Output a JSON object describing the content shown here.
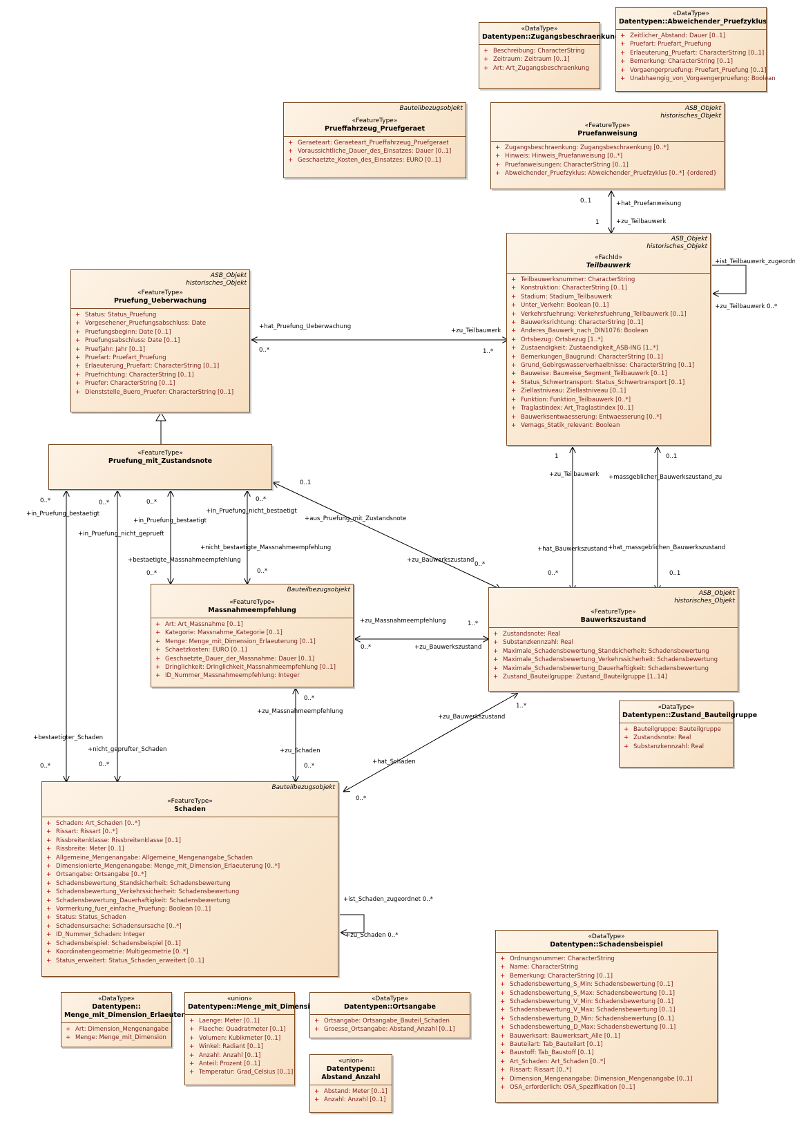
{
  "classes": {
    "zugang": {
      "stereotype": "«DataType»",
      "name": "Datentypen::Zugangsbeschraenkung",
      "attributes": [
        "Beschreibung: CharacterString",
        "Zeitraum: Zeitraum [0..1]",
        "Art: Art_Zugangsbeschraenkung"
      ]
    },
    "abw": {
      "stereotype": "«DataType»",
      "name": "Datentypen::Abweichender_Pruefzyklus",
      "attributes": [
        "Zeitlicher_Abstand: Dauer [0..1]",
        "Pruefart: Pruefart_Pruefung",
        "Erlaeuterung_Pruefart: CharacterString [0..1]",
        "Bemerkung: CharacterString [0..1]",
        "Vorgaengerpruefung: Pruefart_Pruefung [0..1]",
        "Unabhaengig_von_Vorgaengerpruefung: Boolean"
      ]
    },
    "pfz": {
      "annotations": [
        "Bauteilbezugsobjekt"
      ],
      "stereotype": "«FeatureType»",
      "name": "Prueffahrzeug_Pruefgeraet",
      "attributes": [
        "Geraeteart: Geraeteart_Prueffahrzeug_Pruefgeraet",
        "Voraussichtliche_Dauer_des_Einsatzes: Dauer [0..1]",
        "Geschaetzte_Kosten_des_Einsatzes: EURO [0..1]"
      ]
    },
    "pa": {
      "annotations": [
        "ASB_Objekt",
        "historisches_Objekt"
      ],
      "stereotype": "«FeatureType»",
      "name": "Pruefanweisung",
      "attributes": [
        "Zugangsbeschraenkung: Zugangsbeschraenkung [0..*]",
        "Hinweis: Hinweis_Pruefanweisung [0..*]",
        "Pruefanweisungen: CharacterString [0..1]",
        "Abweichender_Pruefzyklus: Abweichender_Pruefzyklus [0..*] {ordered}"
      ]
    },
    "tb": {
      "annotations": [
        "ASB_Objekt",
        "historisches_Objekt"
      ],
      "stereotype": "«FachId»",
      "name": "Teilbauwerk",
      "attributes": [
        "Teilbauwerksnummer: CharacterString",
        "Konstruktion: CharacterString [0..1]",
        "Stadium: Stadium_Teilbauwerk",
        "Unter_Verkehr: Boolean [0..1]",
        "Verkehrsfuehrung: Verkehrsfuehrung_Teilbauwerk [0..1]",
        "Bauwerksrichtung: CharacterString [0..1]",
        "Anderes_Bauwerk_nach_DIN1076: Boolean",
        "Ortsbezug: Ortsbezug [1..*]",
        "Zustaendigkeit: Zustaendigkeit_ASB-ING [1..*]",
        "Bemerkungen_Baugrund: CharacterString [0..1]",
        "Grund_Gebirgswasserverhaeltnisse: CharacterString [0..1]",
        "Bauweise: Bauweise_Segment_Teilbauwerk [0..1]",
        "Status_Schwertransport: Status_Schwertransport [0..1]",
        "Ziellastniveau: Ziellastniveau [0..1]",
        "Funktion: Funktion_Teilbauwerk [0..*]",
        "Traglastindex: Art_Traglastindex [0..1]",
        "Bauwerksentwaesserung: Entwaesserung [0..*]",
        "Vemags_Statik_relevant: Boolean"
      ]
    },
    "pu": {
      "annotations": [
        "ASB_Objekt",
        "historisches_Objekt"
      ],
      "stereotype": "«FeatureType»",
      "name": "Pruefung_Ueberwachung",
      "attributes": [
        "Status: Status_Pruefung",
        "Vorgesehener_Pruefungsabschluss: Date",
        "Pruefungsbeginn: Date [0..1]",
        "Pruefungsabschluss: Date [0..1]",
        "Pruefjahr: Jahr [0..1]",
        "Pruefart: Pruefart_Pruefung",
        "Erlaeuterung_Pruefart: CharacterString [0..1]",
        "Pruefrichtung: CharacterString [0..1]",
        "Pruefer: CharacterString [0..1]",
        "Dienststelle_Buero_Pruefer: CharacterString [0..1]"
      ]
    },
    "pmz": {
      "stereotype": "«FeatureType»",
      "name": "Pruefung_mit_Zustandsnote",
      "attributes": []
    },
    "me": {
      "annotations": [
        "Bauteilbezugsobjekt"
      ],
      "stereotype": "«FeatureType»",
      "name": "Massnahmeempfehlung",
      "attributes": [
        "Art: Art_Massnahme [0..1]",
        "Kategorie: Massnahme_Kategorie [0..1]",
        "Menge: Menge_mit_Dimension_Erlaeuterung [0..1]",
        "Schaetzkosten: EURO [0..1]",
        "Geschaetzte_Dauer_der_Massnahme: Dauer [0..1]",
        "Dringlichkeit: Dringlichkeit_Massnahmeempfehlung [0..1]",
        "ID_Nummer_Massnahmeempfehlung: Integer"
      ]
    },
    "bz": {
      "annotations": [
        "ASB_Objekt",
        "historisches_Objekt"
      ],
      "stereotype": "«FeatureType»",
      "name": "Bauwerkszustand",
      "attributes": [
        "Zustandsnote: Real",
        "Substanzkennzahl: Real",
        "Maximale_Schadensbewertung_Standsicherheit: Schadensbewertung",
        "Maximale_Schadensbewertung_Verkehrssicherheit: Schadensbewertung",
        "Maximale_Schadensbewertung_Dauerhaftigkeit: Schadensbewertung",
        "Zustand_Bauteilgruppe: Zustand_Bauteilgruppe [1..14]"
      ]
    },
    "zbg": {
      "stereotype": "«DataType»",
      "name": "Datentypen::Zustand_Bauteilgruppe",
      "attributes": [
        "Bauteilgruppe: Bauteilgruppe",
        "Zustandsnote: Real",
        "Substanzkennzahl: Real"
      ]
    },
    "sch": {
      "annotations": [
        "Bauteilbezugsobjekt"
      ],
      "stereotype": "«FeatureType»",
      "name": "Schaden",
      "attributes": [
        "Schaden: Art_Schaden [0..*]",
        "Rissart: Rissart [0..*]",
        "Rissbreitenklasse: Rissbreitenklasse [0..1]",
        "Rissbreite: Meter [0..1]",
        "Allgemeine_Mengenangabe: Allgemeine_Mengenangabe_Schaden",
        "Dimensionierte_Mengenangabe: Menge_mit_Dimension_Erlaeuterung [0..*]",
        "Ortsangabe: Ortsangabe [0..*]",
        "Schadensbewertung_Standsicherheit: Schadensbewertung",
        "Schadensbewertung_Verkehrssicherheit: Schadensbewertung",
        "Schadensbewertung_Dauerhaftigkeit: Schadensbewertung",
        "Vormerkung_fuer_einfache_Pruefung: Boolean [0..1]",
        "Status: Status_Schaden",
        "Schadensursache: Schadensursache [0..*]",
        "ID_Nummer_Schaden: Integer",
        "Schadensbeispiel: Schadensbeispiel [0..1]",
        "Koordinatengeometrie: Multigeometrie [0..*]",
        "Status_erweitert: Status_Schaden_erweitert [0..1]"
      ]
    },
    "sbsp": {
      "stereotype": "«DataType»",
      "name": "Datentypen::Schadensbeispiel",
      "attributes": [
        "Ordnungsnummer: CharacterString",
        "Name: CharacterString",
        "Bemerkung: CharacterString [0..1]",
        "Schadensbewertung_S_Min: Schadensbewertung [0..1]",
        "Schadensbewertung_S_Max: Schadensbewertung [0..1]",
        "Schadensbewertung_V_Min: Schadensbewertung [0..1]",
        "Schadensbewertung_V_Max: Schadensbewertung [0..1]",
        "Schadensbewertung_D_Min: Schadensbewertung [0..1]",
        "Schadensbewertung_D_Max: Schadensbewertung [0..1]",
        "Bauwerksart: Bauwerksart_Alle [0..1]",
        "Bauteilart: Tab_Bauteilart [0..1]",
        "Baustoff: Tab_Baustoff [0..1]",
        "Art_Schaden: Art_Schaden [0..*]",
        "Rissart: Rissart [0..*]",
        "Dimension_Mengenangabe: Dimension_Mengenangabe [0..1]",
        "OSA_erforderlich: OSA_Spezifikation [0..1]"
      ]
    },
    "mmde": {
      "stereotype": "«DataType»",
      "name": "Datentypen::",
      "name2": "Menge_mit_Dimension_Erlaeuterung",
      "attributes": [
        "Art: Dimension_Mengenangabe",
        "Menge: Menge_mit_Dimension"
      ]
    },
    "mmd": {
      "stereotype": "«union»",
      "name": "Datentypen::Menge_mit_Dimension",
      "attributes": [
        "Laenge: Meter [0..1]",
        "Flaeche: Quadratmeter [0..1]",
        "Volumen: Kubikmeter [0..1]",
        "Winkel: Radiant [0..1]",
        "Anzahl: Anzahl [0..1]",
        "Anteil: Prozent [0..1]",
        "Temperatur: Grad_Celsius [0..1]"
      ]
    },
    "oa": {
      "stereotype": "«DataType»",
      "name": "Datentypen::Ortsangabe",
      "attributes": [
        "Ortsangabe: Ortsangabe_Bauteil_Schaden",
        "Groesse_Ortsangabe: Abstand_Anzahl [0..1]"
      ]
    },
    "aa": {
      "stereotype": "«union»",
      "name": "Datentypen::",
      "name2": "Abstand_Anzahl",
      "attributes": [
        "Abstand: Meter [0..1]",
        "Anzahl: Anzahl [0..1]"
      ]
    }
  },
  "labels": {
    "l1": "0..1",
    "l2": "+hat_Pruefanweisung",
    "l3": "1",
    "l4": "+zu_Teilbauwerk",
    "l5": "+ist_Teilbauwerk_zugeordnet",
    "l6": "+zu_Teilbauwerk 0..*",
    "l7": "+hat_Pruefung_Ueberwachung",
    "l8": "+zu_Teilbauwerk",
    "l9": "0..*",
    "l10": "1..*",
    "l11": "1",
    "l12": "+zu_Teilbauwerk",
    "l13": "0..1",
    "l14": "+massgeblicher_Bauwerkszustand_zu",
    "l15": "+hat_Bauwerkszustand",
    "l16": "0..*",
    "l17": "+hat_massgeblichen_Bauwerkszustand",
    "l18": "0..1",
    "l19": "0..1",
    "l20": "+aus_Pruefung_mit_Zustandsnote",
    "l21": "+zu_Bauwerkszustand",
    "l22": "0..*",
    "l23": "0..*",
    "l24": "+in_Pruefung_bestaetigt",
    "l25": "0..*",
    "l26": "+in_Pruefung_nicht_geprueft",
    "l27": "0..*",
    "l28": "+in_Pruefung_bestaetigt",
    "l29": "0..*",
    "l30": "+in_Pruefung_nicht_bestaetigt",
    "l31": "+nicht_bestaetigte_Massnahmeempfehlung",
    "l32": "+bestaetigte_Massnahmeempfehlung",
    "l33": "0..*",
    "l34": "0..*",
    "l35": "+zu_Massnahmeempfehlung",
    "l36": "1..*",
    "l37": "0..*",
    "l38": "+zu_Bauwerkszustand",
    "l39": "0..*",
    "l40": "+zu_Massnahmeempfehlung",
    "l41": "+zu_Schaden",
    "l42": "0..*",
    "l43": "+zu_Bauwerkszustand",
    "l44": "1..*",
    "l45": "+hat_Schaden",
    "l46": "0..*",
    "l47": "+bestaetigter_Schaden",
    "l48": "0..*",
    "l49": "+nicht_geprufter_Schaden",
    "l50": "0..*",
    "l51": "+ist_Schaden_zugeordnet 0..*",
    "l52": "+zu_Schaden 0..*"
  }
}
